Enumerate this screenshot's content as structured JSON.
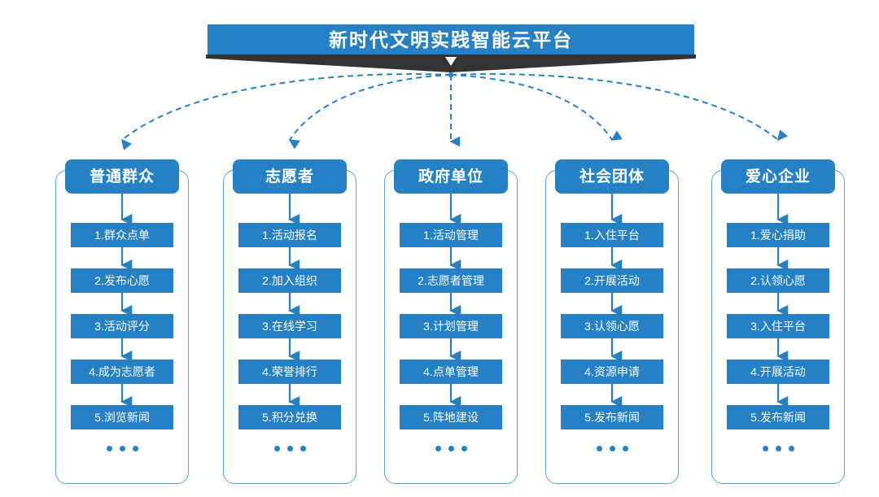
{
  "header": {
    "title": "新时代文明实践智能云平台",
    "ribbon_notch_icon": "chevron-down-icon"
  },
  "theme": {
    "brand_blue": "#2581c4",
    "frame_blue": "#56a5d8",
    "ribbon_dark": "#333333",
    "background": "#ffffff",
    "text_on_brand": "#ffffff"
  },
  "ellipsis_label": "...",
  "columns": [
    {
      "id": "general-public",
      "header": "普通群众",
      "steps": [
        "1.群众点单",
        "2.发布心愿",
        "3.活动评分",
        "4.成为志愿者",
        "5.浏览新闻"
      ]
    },
    {
      "id": "volunteer",
      "header": "志愿者",
      "steps": [
        "1.活动报名",
        "2.加入组织",
        "3.在线学习",
        "4.荣誉排行",
        "5.积分兑换"
      ]
    },
    {
      "id": "government-unit",
      "header": "政府单位",
      "steps": [
        "1.活动管理",
        "2.志愿者管理",
        "3.计划管理",
        "4.点单管理",
        "5.阵地建设"
      ]
    },
    {
      "id": "social-group",
      "header": "社会团体",
      "steps": [
        "1.入住平台",
        "2.开展活动",
        "3.认领心愿",
        "4.资源申请",
        "5.发布新闻"
      ]
    },
    {
      "id": "charity-enterprise",
      "header": "爱心企业",
      "steps": [
        "1.爱心捐助",
        "2.认领心愿",
        "3.入住平台",
        "4.开展活动",
        "5.发布新闻"
      ]
    }
  ]
}
